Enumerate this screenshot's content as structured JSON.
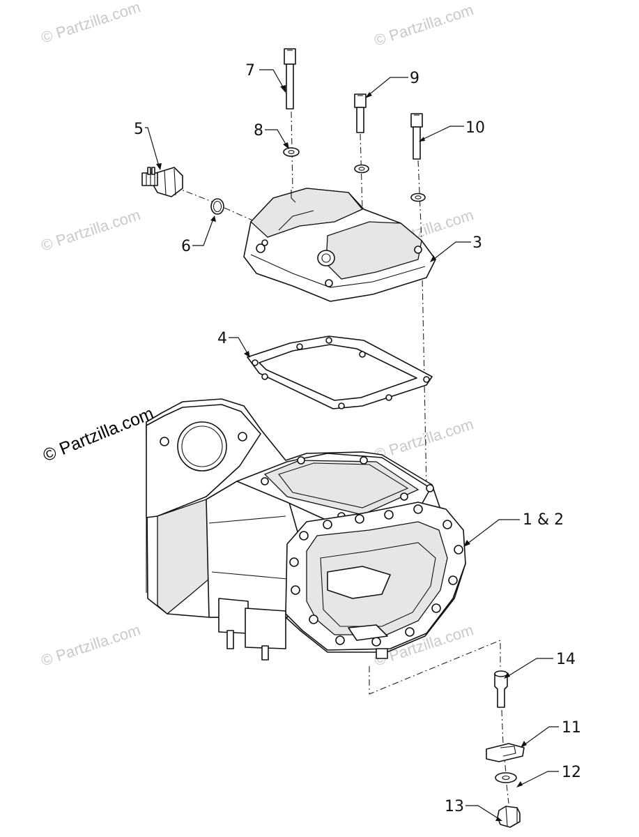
{
  "watermark": {
    "text": "© Partzilla.com",
    "logo_text": "© Partzilla.com"
  },
  "callouts": {
    "c1": "1 & 2",
    "c3": "3",
    "c4": "4",
    "c5": "5",
    "c6": "6",
    "c7": "7",
    "c8": "8",
    "c9": "9",
    "c10": "10",
    "c11": "11",
    "c12": "12",
    "c13": "13",
    "c14": "14"
  }
}
